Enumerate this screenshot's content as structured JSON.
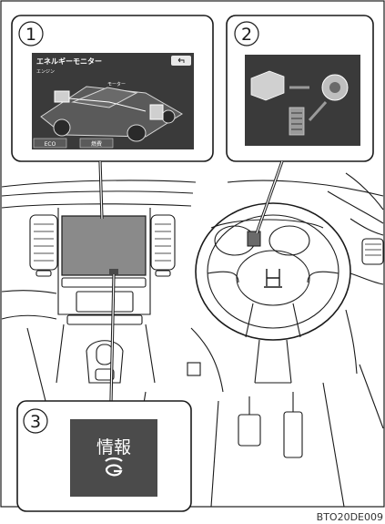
{
  "callouts": [
    {
      "number": "1",
      "screen": {
        "title": "エネルギーモニター",
        "tag_engine": "エンジン",
        "tag_motor": "モーター",
        "button_left": "ECO",
        "button_right": "燃費"
      }
    },
    {
      "number": "2"
    },
    {
      "number": "3",
      "button": {
        "label": "情報",
        "icon": "g-link-icon"
      }
    }
  ],
  "figure_code": "BTO20DE009",
  "colors": {
    "line": "#1a1a1a",
    "screen_dark": "#3a3a3a",
    "display_gray": "#8a8a8a",
    "info_button": "#4b4b4b",
    "info_text": "#ffffff"
  }
}
